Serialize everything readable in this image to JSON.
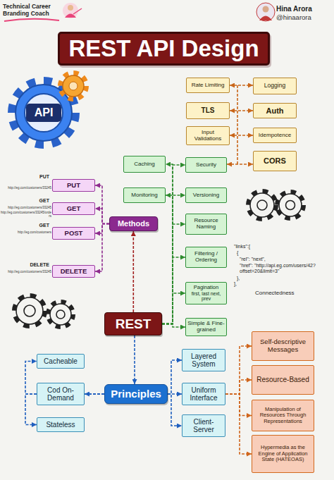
{
  "diagram": {
    "title": "REST API Design",
    "nodes": [
      {
        "text": [
          "Rate Limiting"
        ]
      },
      {
        "text": [
          "Logging"
        ]
      },
      {
        "text": [
          "TLS"
        ]
      },
      {
        "text": [
          "Auth"
        ]
      },
      {
        "text": [
          "Input Validations"
        ]
      },
      {
        "text": [
          "Idempotence"
        ]
      },
      {
        "text": [
          "Caching"
        ]
      },
      {
        "text": [
          "Security"
        ]
      },
      {
        "text": [
          "CORS"
        ]
      },
      {
        "text": [
          "PUT"
        ]
      },
      {
        "text": [
          "GET"
        ]
      },
      {
        "text": [
          "Monitoring"
        ]
      },
      {
        "text": [
          "Versioning"
        ]
      },
      {
        "text": [
          "Methods"
        ]
      },
      {
        "text": [
          "POST"
        ]
      },
      {
        "text": [
          "Resource Naming"
        ]
      },
      {
        "text": [
          "Filtering / Ordering"
        ]
      },
      {
        "text": [
          "DELETE"
        ]
      },
      {
        "text": [
          "Pagination",
          "first, last next, prev"
        ]
      },
      {
        "text": [
          "REST"
        ]
      },
      {
        "text": [
          "Simple & Fine-grained"
        ]
      },
      {
        "text": [
          "Self-descriptive Messages"
        ]
      },
      {
        "text": [
          "Layered System"
        ]
      },
      {
        "text": [
          "Cacheable"
        ]
      },
      {
        "text": [
          "Resource-Based"
        ]
      },
      {
        "text": [
          "Cod On-Demand"
        ]
      },
      {
        "text": [
          "Principles"
        ]
      },
      {
        "text": [
          "Uniform Interface"
        ]
      },
      {
        "text": [
          "Manipulation of Resources Through Representations"
        ]
      },
      {
        "text": [
          "Stateless"
        ]
      },
      {
        "text": [
          "Client-Server"
        ]
      },
      {
        "text": [
          "Hypermedia as the Engine of Application State (HATEOAS)"
        ]
      }
    ],
    "edges": [
      {
        "from": 0,
        "to": 1,
        "arrow": "both"
      },
      {
        "from": 2,
        "to": 3,
        "arrow": "both"
      },
      {
        "from": 4,
        "to": 5,
        "arrow": "both"
      },
      {
        "from": 7,
        "to": 8,
        "arrow": "both"
      },
      {
        "from": 19,
        "to": 13,
        "arrow": "to"
      },
      {
        "from": 13,
        "to": 9,
        "arrow": "to"
      },
      {
        "from": 13,
        "to": 10,
        "arrow": "to"
      },
      {
        "from": 13,
        "to": 14,
        "arrow": "to"
      },
      {
        "from": 13,
        "to": 17,
        "arrow": "to"
      },
      {
        "from": 19,
        "to": 6,
        "arrow": "to"
      },
      {
        "from": 19,
        "to": 11,
        "arrow": "to"
      },
      {
        "from": 19,
        "to": 7,
        "arrow": "to"
      },
      {
        "from": 19,
        "to": 12,
        "arrow": "to"
      },
      {
        "from": 19,
        "to": 15,
        "arrow": "to"
      },
      {
        "from": 19,
        "to": 16,
        "arrow": "to"
      },
      {
        "from": 19,
        "to": 18,
        "arrow": "to"
      },
      {
        "from": 19,
        "to": 20,
        "arrow": "to"
      },
      {
        "from": 19,
        "to": 26,
        "arrow": "to"
      },
      {
        "from": 26,
        "to": 23,
        "arrow": "to"
      },
      {
        "from": 26,
        "to": 25,
        "arrow": "to"
      },
      {
        "from": 26,
        "to": 29,
        "arrow": "to"
      },
      {
        "from": 26,
        "to": 22,
        "arrow": "to"
      },
      {
        "from": 26,
        "to": 27,
        "arrow": "to"
      },
      {
        "from": 26,
        "to": 30,
        "arrow": "to"
      },
      {
        "from": 27,
        "to": 21,
        "arrow": "to"
      },
      {
        "from": 27,
        "to": 24,
        "arrow": "to"
      },
      {
        "from": 27,
        "to": 28,
        "arrow": "to"
      },
      {
        "from": 27,
        "to": 31,
        "arrow": "to"
      }
    ],
    "labels": [
      "Technical Career Branding Coach",
      "Hina Arora",
      "@hinaarora",
      "API",
      "PUT",
      "http://eg.com/customers/33245",
      "GET",
      "http://eg.com/customers/33245",
      "http://eg.com/customers/33245/orders",
      "GET",
      "http://eg.com/customers",
      "DELETE",
      "http://eg.com/customers/33245",
      "\"links\":[",
      "{",
      "\"rel\": \"next\",",
      "\"href\": \"http://api.eg.com/users/42?offset=20&limit=3\"",
      "},",
      "],",
      "Connectedness"
    ]
  }
}
